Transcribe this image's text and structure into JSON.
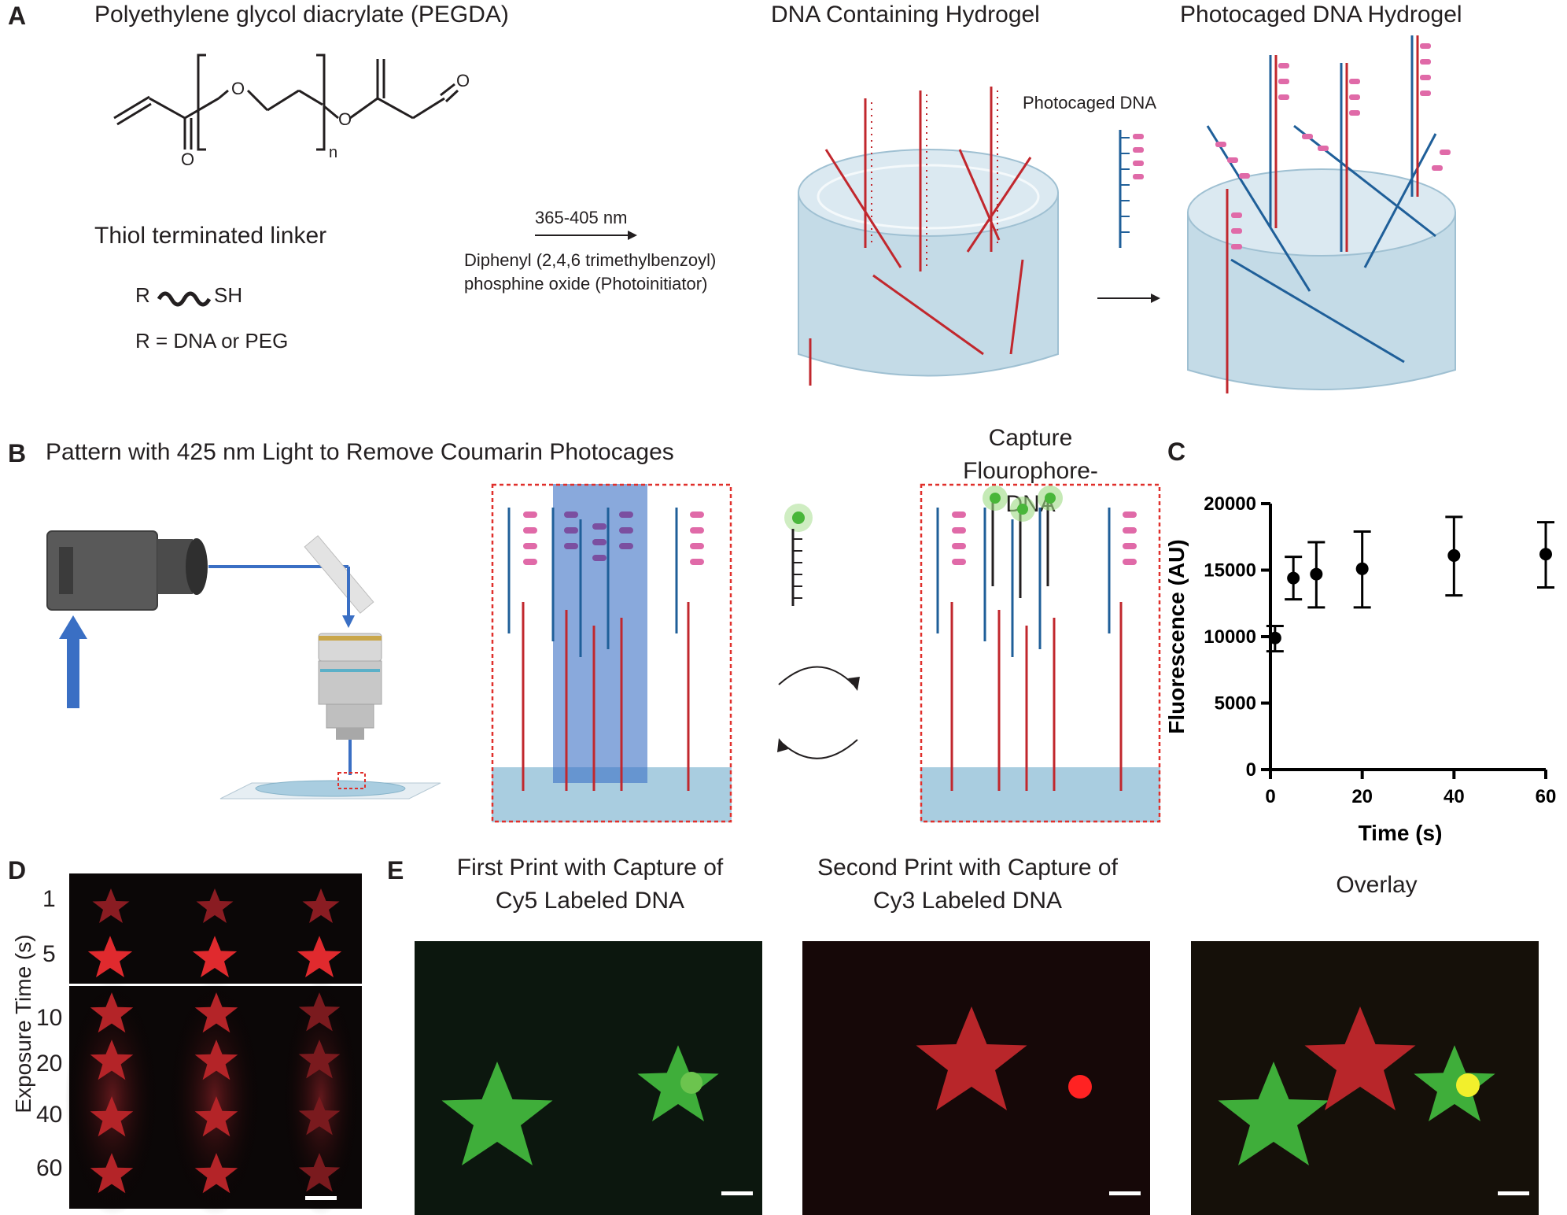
{
  "panels": {
    "a": {
      "letter": "A",
      "pegda_title": "Polyethylene glycol diacrylate (PEGDA)",
      "subscript_n": "n",
      "atom_o": "O",
      "linker_title": "Thiol terminated linker",
      "linker_r": "R",
      "linker_sh": "SH",
      "linker_def": "R = DNA or PEG",
      "wavelength": "365-405 nm",
      "photoinitiator_line1": "Diphenyl (2,4,6 trimethylbenzoyl)",
      "photoinitiator_line2": "phosphine oxide (Photoinitiator)",
      "gel1_title": "DNA Containing Hydrogel",
      "photocaged_label": "Photocaged DNA",
      "gel2_title": "Photocaged DNA Hydrogel"
    },
    "b": {
      "letter": "B",
      "title": "Pattern with 425 nm Light to Remove Coumarin Photocages",
      "capture_line1": "Capture",
      "capture_line2": "Flourophore-DNA"
    },
    "c": {
      "letter": "C"
    },
    "d": {
      "letter": "D",
      "ylabel": "Exposure Time (s)",
      "rows": [
        "1",
        "5",
        "10",
        "20",
        "40",
        "60"
      ]
    },
    "e": {
      "letter": "E",
      "img1_line1": "First Print with Capture of",
      "img1_line2": "Cy5 Labeled DNA",
      "img2_line1": "Second Print with Capture of",
      "img2_line2": "Cy3 Labeled DNA",
      "img3_title": "Overlay"
    }
  },
  "colors": {
    "red_dna": "#c1272d",
    "blue_dna": "#1f5f99",
    "cage_pink": "#e06aa8",
    "cage_purple": "#7b4fa0",
    "gel": "#bcd8e6",
    "light_beam": "#3a6fc4",
    "cy5_green": "#3fae3a",
    "cy3_red": "#b8262a",
    "overlap_yellow": "#f2ef2c"
  },
  "chart_data": {
    "type": "scatter",
    "xlabel": "Time (s)",
    "ylabel": "Fluorescence (AU)",
    "xlim": [
      0,
      60
    ],
    "ylim": [
      0,
      20000
    ],
    "xticks": [
      "0",
      "20",
      "40",
      "60"
    ],
    "yticks": [
      "0",
      "5000",
      "10000",
      "15000",
      "20000"
    ],
    "points": [
      {
        "x": 1,
        "y": 9900,
        "err_low": 8900,
        "err_high": 10800
      },
      {
        "x": 5,
        "y": 14400,
        "err_low": 12800,
        "err_high": 16000
      },
      {
        "x": 10,
        "y": 14700,
        "err_low": 12200,
        "err_high": 17100
      },
      {
        "x": 20,
        "y": 15100,
        "err_low": 12200,
        "err_high": 17900
      },
      {
        "x": 40,
        "y": 16100,
        "err_low": 13100,
        "err_high": 19000
      },
      {
        "x": 60,
        "y": 16200,
        "err_low": 13700,
        "err_high": 18600
      }
    ]
  }
}
